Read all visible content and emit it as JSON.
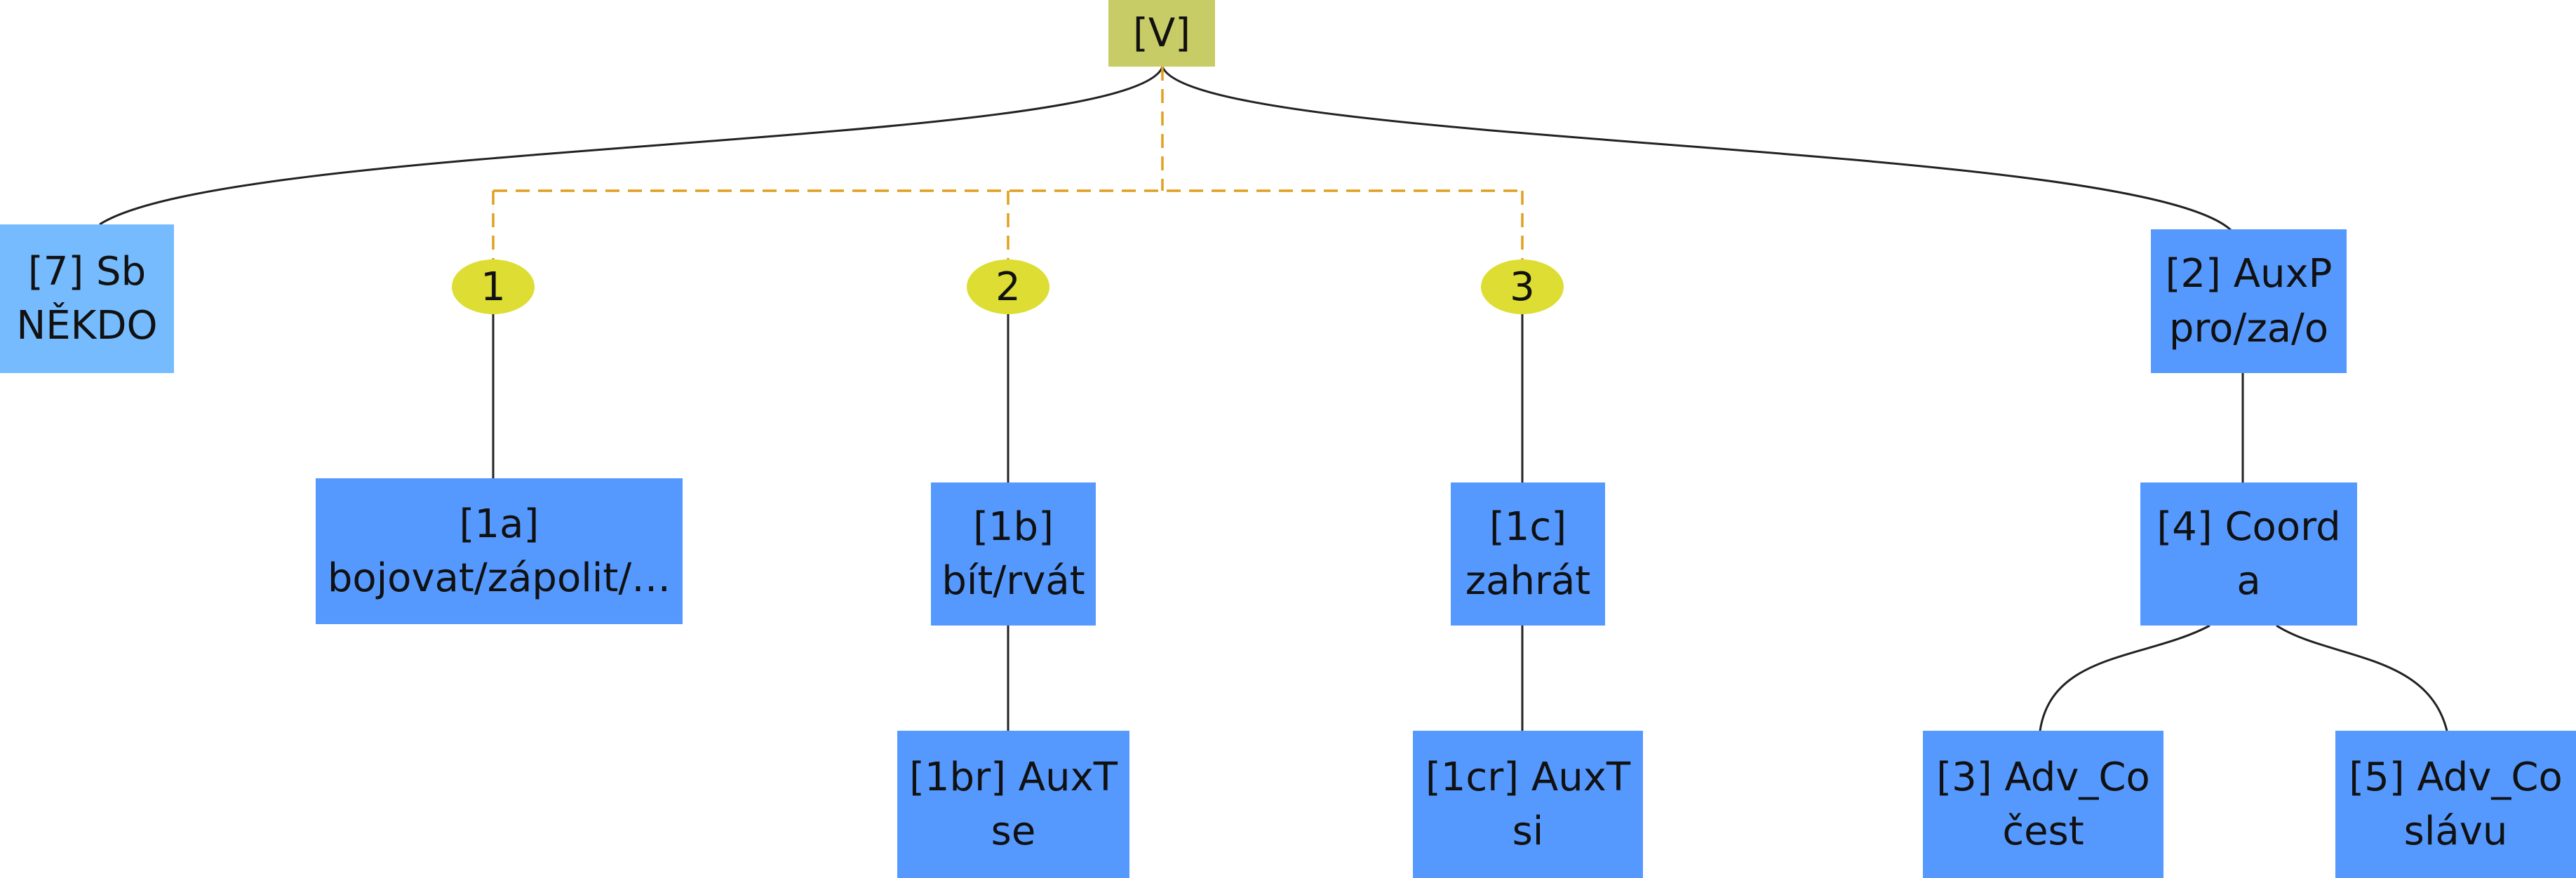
{
  "colors": {
    "root": "#C8CC66",
    "subject_node": "#77BBFF",
    "node": "#5599FF",
    "group_marker": "#DDDD33",
    "edge": "#222222",
    "dashed_edge": "#E0A020"
  },
  "root": {
    "label": "[V]"
  },
  "subject": {
    "id": "[7] Sb",
    "word": "NĚKDO"
  },
  "groups": [
    {
      "marker": "1",
      "node": {
        "id": "[1a]",
        "word": "bojovat/zápolit/…"
      }
    },
    {
      "marker": "2",
      "node": {
        "id": "[1b]",
        "word": "bít/rvát"
      },
      "child": {
        "id": "[1br] AuxT",
        "word": "se"
      }
    },
    {
      "marker": "3",
      "node": {
        "id": "[1c]",
        "word": "zahrát"
      },
      "child": {
        "id": "[1cr] AuxT",
        "word": "si"
      }
    }
  ],
  "auxp": {
    "id": "[2] AuxP",
    "word": "pro/za/o"
  },
  "coord": {
    "id": "[4] Coord",
    "word": "a"
  },
  "coord_children": [
    {
      "id": "[3] Adv_Co",
      "word": "čest"
    },
    {
      "id": "[5] Adv_Co",
      "word": "slávu"
    }
  ]
}
